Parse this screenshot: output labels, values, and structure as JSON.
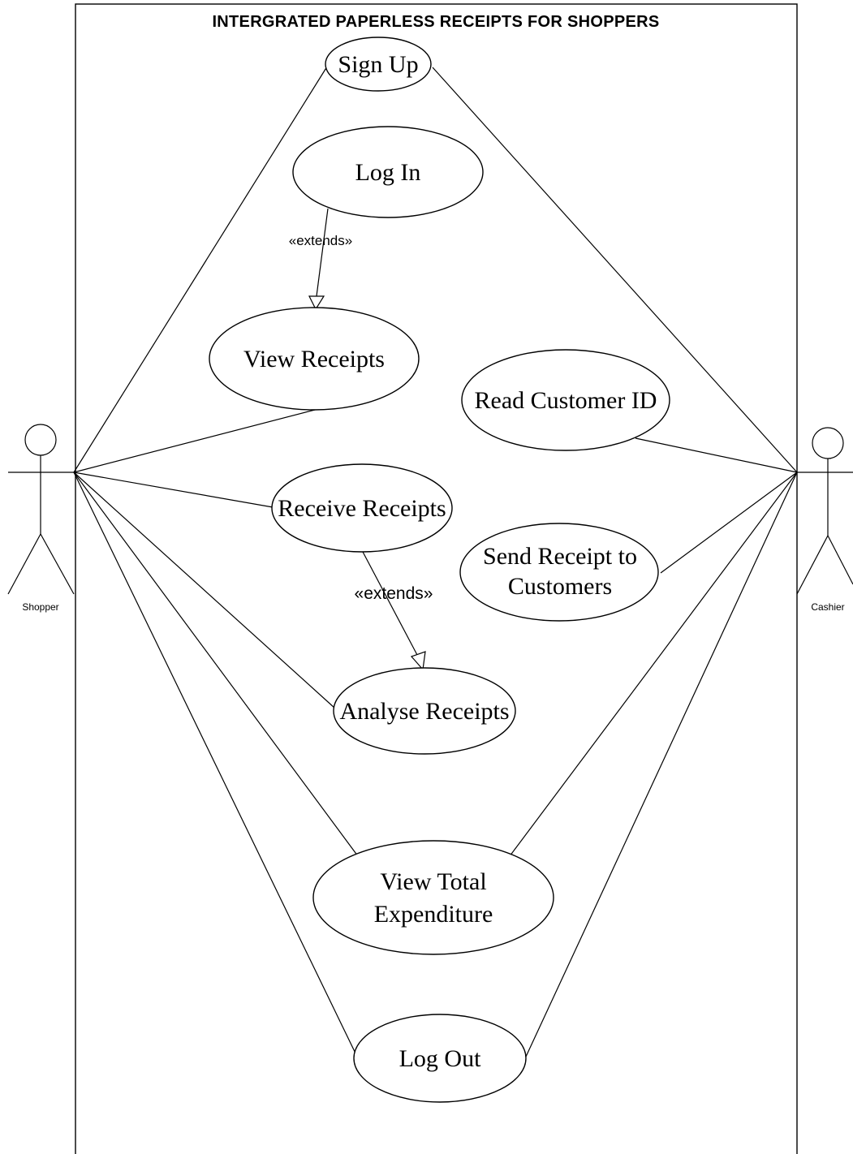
{
  "diagram": {
    "title": "INTERGRATED PAPERLESS RECEIPTS FOR SHOPPERS",
    "actors": {
      "shopper": "Shopper",
      "cashier": "Cashier"
    },
    "use_cases": {
      "sign_up": "Sign Up",
      "log_in": "Log In",
      "view_receipts": "View Receipts",
      "read_customer_id": "Read Customer ID",
      "receive_receipts": "Receive Receipts",
      "send_receipt_line1": "Send Receipt to",
      "send_receipt_line2": "Customers",
      "analyse_receipts": "Analyse Receipts",
      "view_total_line1": "View Total",
      "view_total_line2": "Expenditure",
      "log_out": "Log Out"
    },
    "relations": {
      "extends_1": "«extends»",
      "extends_2": "«extends»"
    }
  }
}
